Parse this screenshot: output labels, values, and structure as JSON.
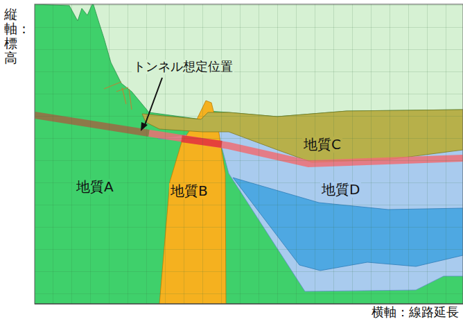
{
  "diagram": {
    "labels": [
      "縦軸：標高",
      "トンネル想定位置",
      "地質A",
      "地質B",
      "地質C",
      "地質D",
      "横軸：線路延長"
    ]
  }
}
